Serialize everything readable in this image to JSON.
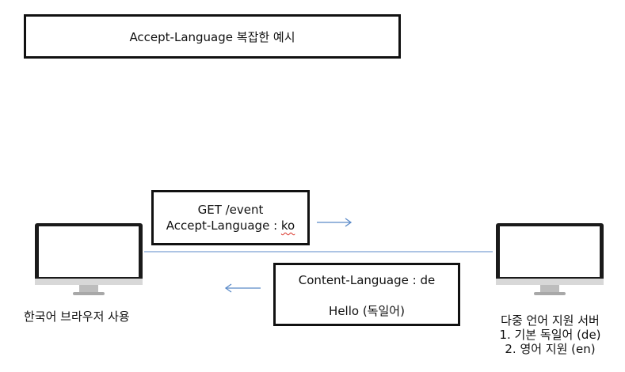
{
  "title": "Accept-Language 복잡한 예시",
  "request": {
    "line1": "GET /event",
    "header_name": "Accept-Language : ",
    "header_value": "ko"
  },
  "response": {
    "line1": "Content-Language : de",
    "line2": "Hello (독일어)"
  },
  "client_label": "한국어 브라우저 사용",
  "server": {
    "label": "다중 언어 지원 서버",
    "items": [
      "1.  기본 독일어 (de)",
      "2. 영어 지원 (en)"
    ]
  },
  "colors": {
    "arrow": "#5b8ac8",
    "box_border": "#111111",
    "spell_underline": "#d93025"
  }
}
